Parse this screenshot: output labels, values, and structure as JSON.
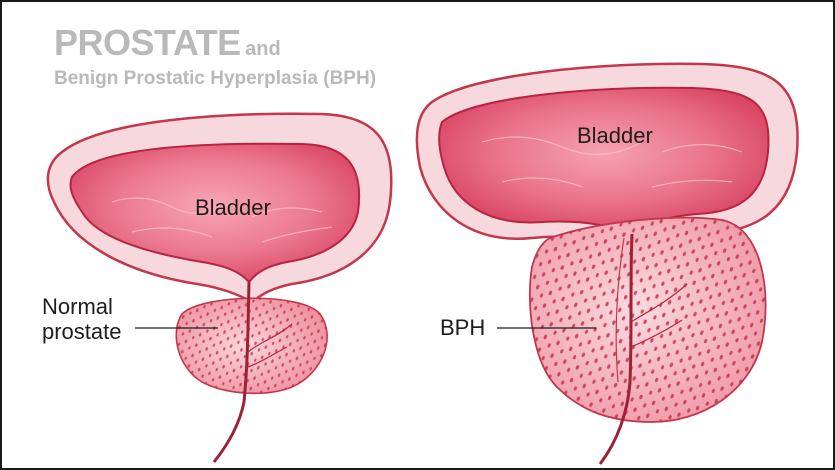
{
  "title": {
    "main": "PROSTATE",
    "connector": "and",
    "subtitle": "Benign Prostatic Hyperplasia (BPH)"
  },
  "normal": {
    "bladder_label": "Bladder",
    "prostate_label_line1": "Normal",
    "prostate_label_line2": "prostate"
  },
  "bph": {
    "bladder_label": "Bladder",
    "prostate_label": "BPH"
  },
  "colors": {
    "title_gray": "#b9b9b9",
    "bladder_wall": "#f7d9dd",
    "bladder_outline": "#c2374e",
    "bladder_inner": "#e4607a",
    "prostate_fill": "#f3a8b2",
    "prostate_dots": "#c4334a",
    "urethra": "#9e2236"
  }
}
